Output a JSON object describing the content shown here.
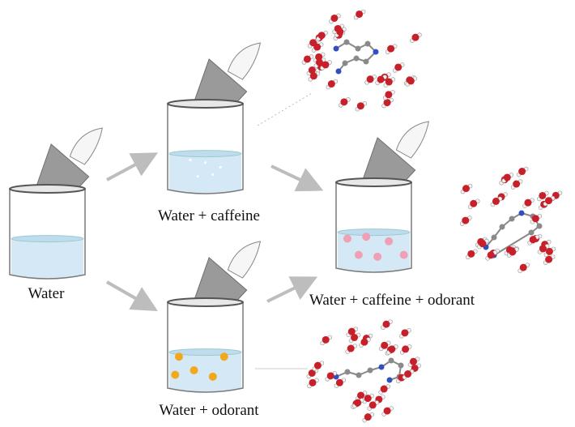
{
  "labels": {
    "water": "Water",
    "water_caffeine": "Water + caffeine",
    "water_odorant": "Water + odorant",
    "water_caffeine_odorant": "Water + caffeine + odorant"
  },
  "colors": {
    "arrow": "#bdbdbd",
    "jar_outline": "#7a7a7a",
    "lid": "#9a9a9a",
    "water": "#d4e9f5",
    "caffeine_dot": "#ffffff",
    "odorant_dot": "#f2a81d",
    "mixed_dot": "#f0a0b4",
    "oxygen": "#c8202a",
    "hydrogen": "#f2f2f2",
    "carbon": "#8a8a8a",
    "nitrogen": "#3050c0"
  }
}
